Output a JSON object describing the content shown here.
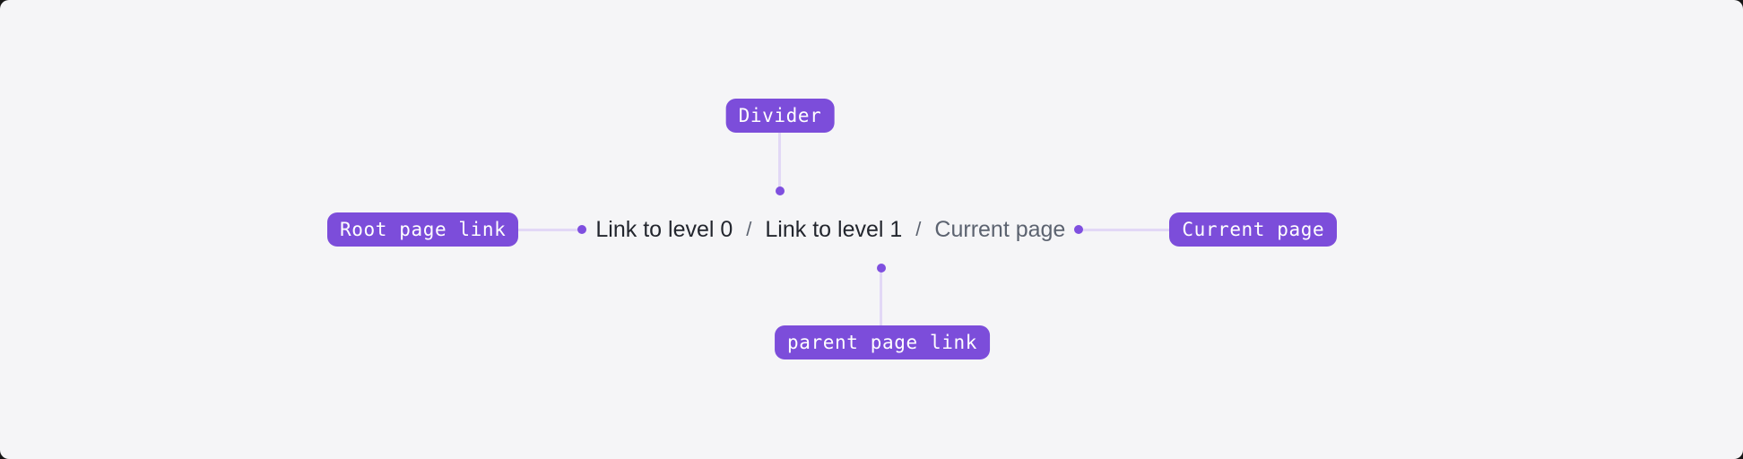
{
  "panel": {
    "background": "#f5f5f7",
    "outer_background": "#161616"
  },
  "colors": {
    "accent_purple": "#7c4dda",
    "connector_line": "#e2d8f6",
    "connector_dot": "#7f4fdf",
    "link_text": "#23262e",
    "muted_text": "#5c6370",
    "label_text": "#ffffff"
  },
  "breadcrumb": {
    "separator": "/",
    "items": [
      {
        "label": "Link to level 0",
        "type": "link"
      },
      {
        "label": "Link to level 1",
        "type": "link"
      },
      {
        "label": "Current page",
        "type": "current"
      }
    ]
  },
  "annotations": {
    "divider": "Divider",
    "root": "Root page link",
    "current": "Current page",
    "parent": "parent page link"
  }
}
